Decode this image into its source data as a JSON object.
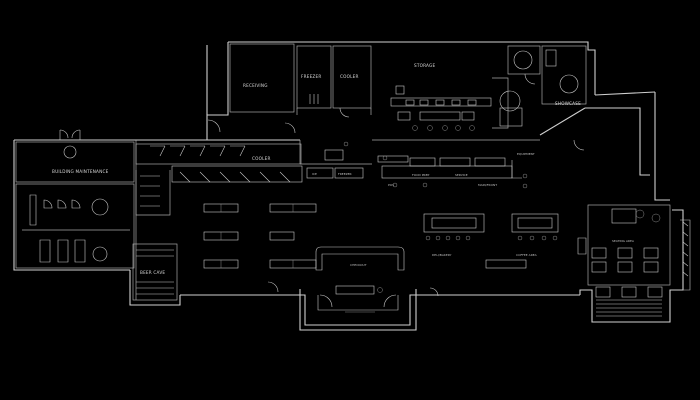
{
  "plan": {
    "rooms": {
      "building_maintenance": "BUILDING MAINTENANCE",
      "receiving": "RECEIVING",
      "freezer": "FREEZER",
      "cooler_top": "COOLER",
      "storage": "STORAGE",
      "showcase": "SHOWCASE",
      "cooler_main": "COOLER",
      "beer_cave": "BEER CAVE",
      "checkout": "CHECKOUT",
      "deli_bakery": "DELI/BAKERY",
      "coffee_area": "COFFEE AREA",
      "seating_area": "SEATING AREA",
      "ice": "ICE",
      "freezer_small": "FREEZER",
      "equipment_counter": "EQUIPMENT"
    },
    "labels_small": {
      "pos": "POS",
      "food_prep": "FOOD PREP",
      "service": "SERVICE",
      "mainfront": "MAIN/FRONT"
    },
    "colors": {
      "background": "#000000",
      "line": "#cfcfcf"
    }
  }
}
